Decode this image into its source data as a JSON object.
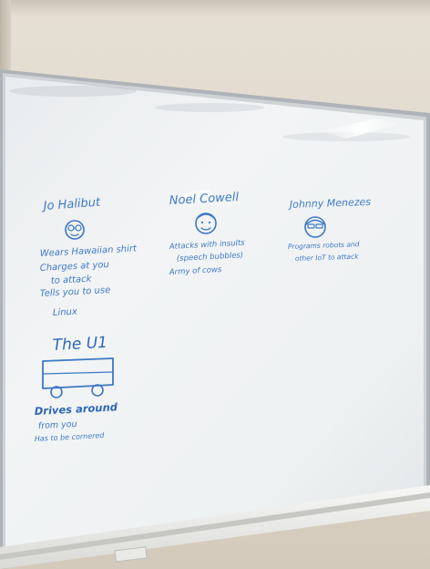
{
  "whiteboard": {
    "columns": [
      {
        "name": "Jo Halibut",
        "bullets": [
          "Wears Hawaiian shirt",
          "Charges at you",
          "to attack",
          "Tells you to use",
          "Linux"
        ]
      },
      {
        "name": "Noel Cowell",
        "bullets": [
          "Attacks with insults",
          "(speech bubbles)",
          "Army of cows"
        ]
      },
      {
        "name": "Johnny Menezes",
        "bullets": [
          "Programs robots and",
          "other IoT to attack"
        ]
      }
    ],
    "vehicle": {
      "title": "The U1",
      "notes": [
        "Drives around",
        "from you",
        "Has to be cornered"
      ]
    }
  },
  "colors": {
    "marker": "#3f7ac9",
    "board": "#f1f3f4",
    "frame": "#b9bec3",
    "wall": "#ddd5c8"
  }
}
